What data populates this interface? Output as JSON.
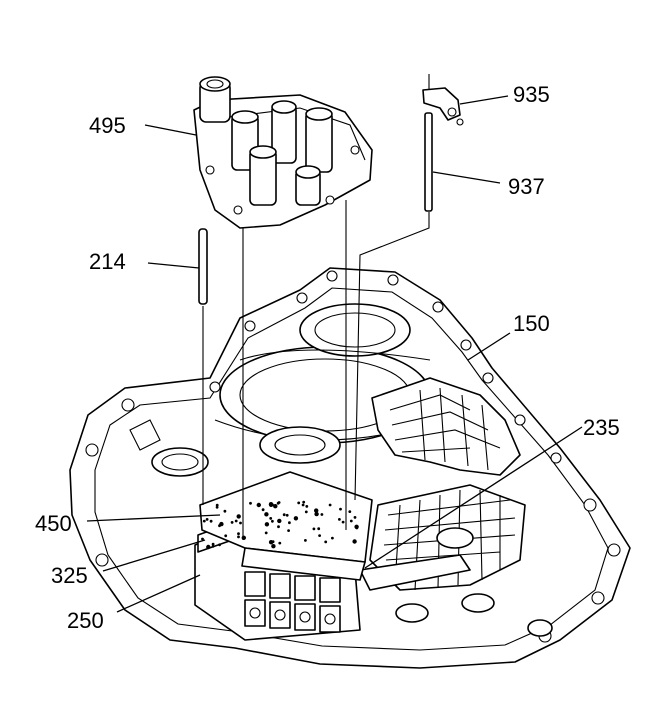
{
  "callouts": {
    "c935": "935",
    "c495": "495",
    "c937": "937",
    "c214": "214",
    "c150": "150",
    "c235": "235",
    "c450": "450",
    "c325": "325",
    "c250": "250"
  },
  "colors": {
    "line": "#000000",
    "background": "#ffffff"
  }
}
